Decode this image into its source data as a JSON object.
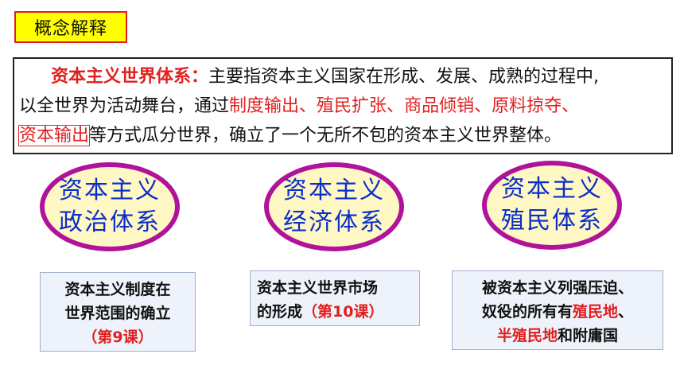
{
  "header": {
    "tag_label": "概念解释"
  },
  "definition": {
    "term": "资本主义世界体系：",
    "line1_rest": "主要指资本主义国家在形成、发展、成熟的过程中,",
    "line2_prefix": "以全世界为活动舞台，通过",
    "highlights": [
      "制度输出",
      "殖民扩张",
      "商品倾销",
      "原料掠夺",
      "资本输出"
    ],
    "sep": "、",
    "line3_suffix": "等方式瓜分世界，确立了一个无所不包的资本主义世界整体。"
  },
  "systems": [
    {
      "line1": "资本主义",
      "line2": "政治体系"
    },
    {
      "line1": "资本主义",
      "line2": "经济体系"
    },
    {
      "line1": "资本主义",
      "line2": "殖民体系"
    }
  ],
  "cards": {
    "political": {
      "line1": "资本主义制度在",
      "line2": "世界范围的确立",
      "lesson": "（第9课）"
    },
    "economic": {
      "line1": "资本主义世界市场",
      "line2_prefix": "的形成",
      "lesson": "（第10课）"
    },
    "colonial": {
      "line1": "被资本主义列强压迫、",
      "line2_prefix": "奴役的所有有",
      "colony": "殖民地",
      "line2_suffix": "、",
      "semi_colony": "半殖民地",
      "line3_suffix": "和附庸国"
    }
  },
  "colors": {
    "accent_red": "#e02020",
    "tag_yellow": "#ffff00",
    "ellipse_border": "#b0139a",
    "ellipse_fill": "#fff7c4",
    "ellipse_text": "#0a2ec8",
    "card_fill": "#eef2fa"
  }
}
